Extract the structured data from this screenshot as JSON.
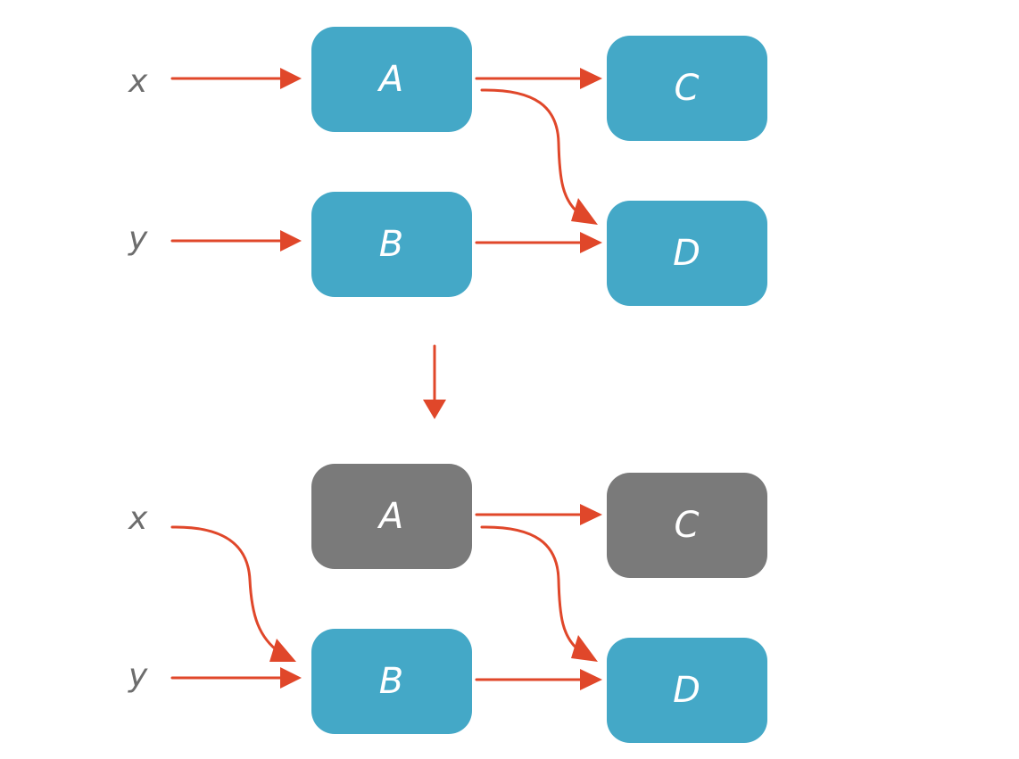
{
  "colors": {
    "active_node": "#44a8c7",
    "disabled_node": "#7a7a7a",
    "edge": "#e0472a",
    "variable_text": "#6d6d6d"
  },
  "top_graph": {
    "inputs": {
      "x": "x",
      "y": "y"
    },
    "nodes": {
      "a": "A",
      "b": "B",
      "c": "C",
      "d": "D"
    }
  },
  "bottom_graph": {
    "inputs": {
      "x": "x",
      "y": "y"
    },
    "nodes": {
      "a": "A",
      "b": "B",
      "c": "C",
      "d": "D"
    },
    "disabled_nodes": [
      "A",
      "C"
    ]
  }
}
